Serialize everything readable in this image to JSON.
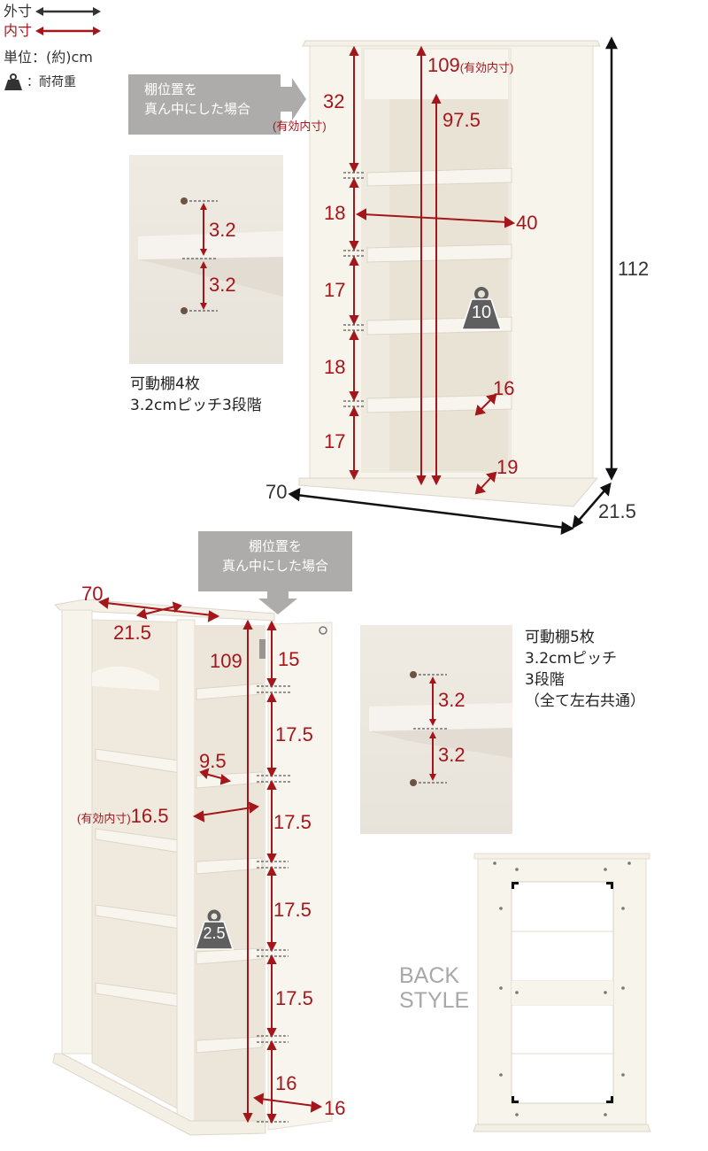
{
  "legend": {
    "outer_label": "外寸",
    "inner_label": "内寸",
    "unit_label": "単位：(約)cm",
    "load_label": "：耐荷重",
    "outer_color": "#333333",
    "inner_color": "#a5161b"
  },
  "callouts": {
    "top": {
      "line1": "棚位置を",
      "line2": "真ん中にした場合"
    },
    "bottom": {
      "line1": "棚位置を",
      "line2": "真ん中にした場合"
    }
  },
  "front_view": {
    "overall_height": "112",
    "overall_width": "70",
    "overall_depth": "21.5",
    "inner_height": "109",
    "inner_height_note": "(有効内寸)",
    "arch_height": "97.5",
    "top_gap": "32",
    "top_gap_note": "(有効内寸)",
    "gaps": [
      "18",
      "17",
      "18",
      "17"
    ],
    "inner_width": "40",
    "shelf_depth": "16",
    "bottom_depth": "19",
    "load_capacity": "10"
  },
  "shelf_detail_1": {
    "pitch_upper": "3.2",
    "pitch_lower": "3.2",
    "caption_line1": "可動棚4枚",
    "caption_line2": "3.2cmピッチ3段階"
  },
  "side_view": {
    "top_width": "70",
    "top_depth": "21.5",
    "inner_height": "109",
    "top_gap": "15",
    "gaps": [
      "17.5",
      "17.5",
      "17.5",
      "17.5"
    ],
    "bottom_gap": "16",
    "bottom_depth": "16",
    "shelf_depth": "9.5",
    "inner_depth": "16.5",
    "inner_depth_note": "(有効内寸)",
    "load_capacity": "2.5"
  },
  "shelf_detail_2": {
    "pitch_upper": "3.2",
    "pitch_lower": "3.2",
    "caption_line1": "可動棚5枚",
    "caption_line2": "3.2cmピッチ",
    "caption_line3": "3段階",
    "caption_line4": "（全て左右共通）"
  },
  "back_view": {
    "label_line1": "BACK",
    "label_line2": "STYLE"
  }
}
